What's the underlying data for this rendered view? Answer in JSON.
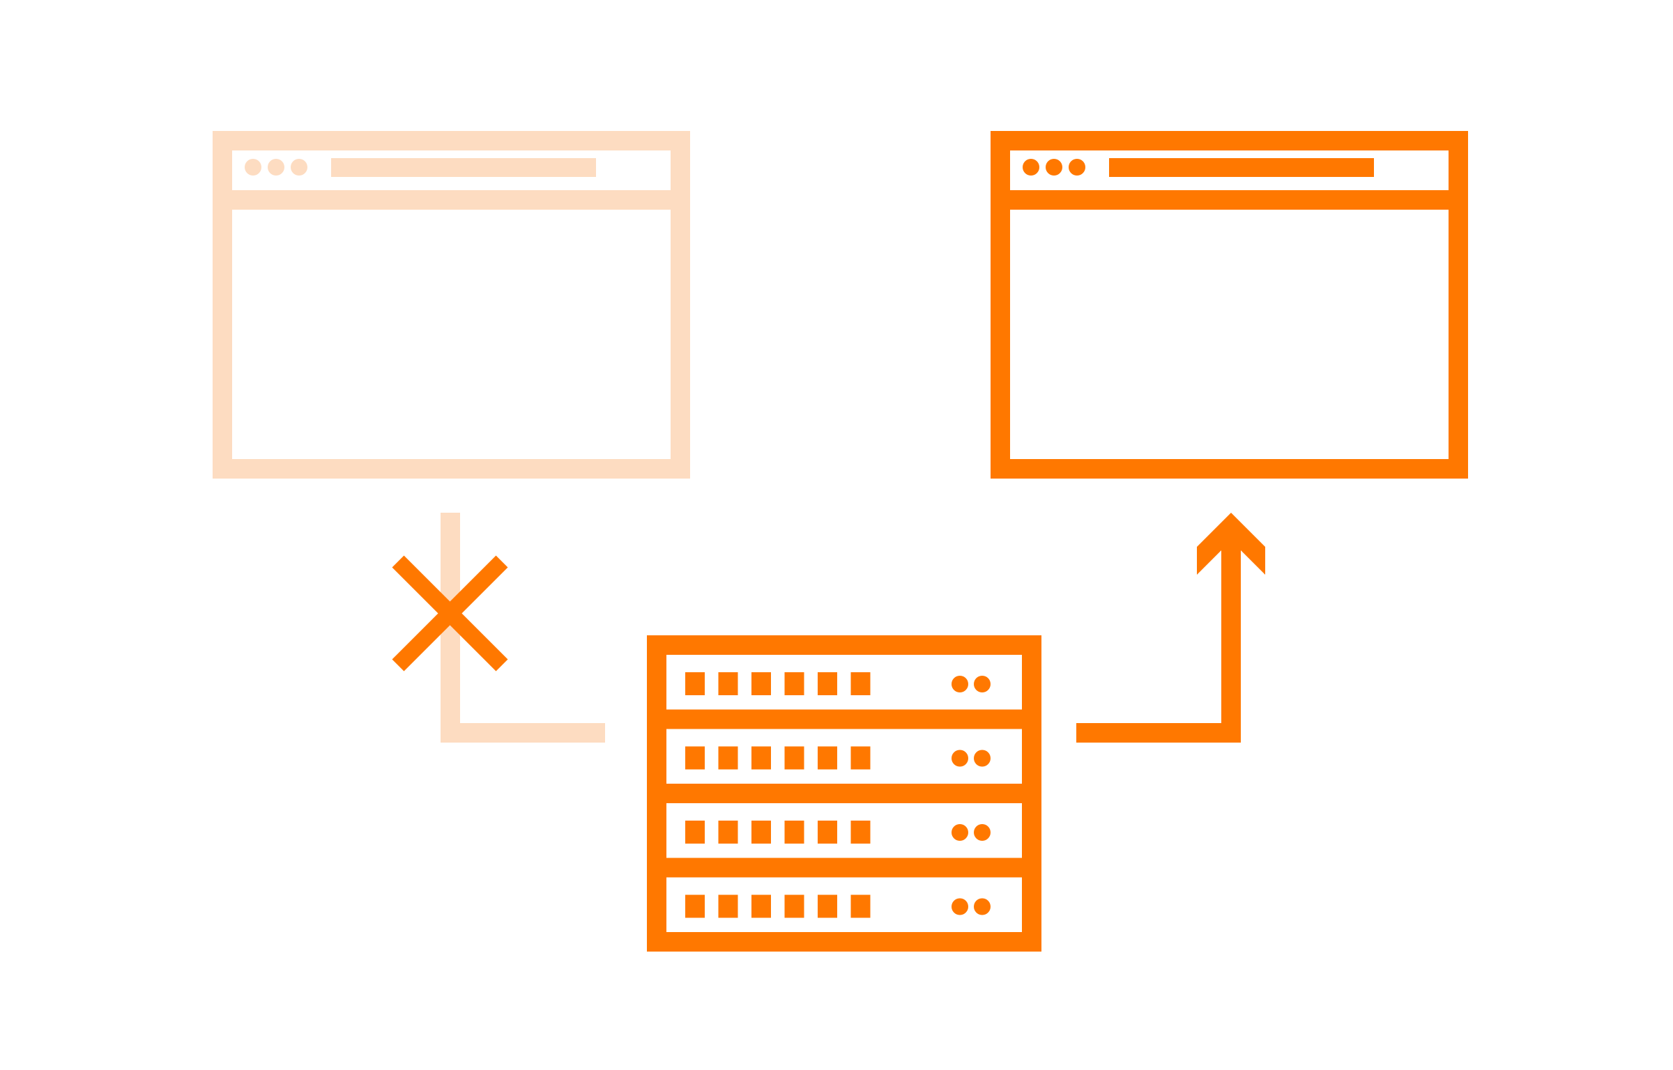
{
  "colors": {
    "accent": "#FF7800",
    "faded": "#FDDCC1",
    "background": "#FFFFFF"
  },
  "diagram": {
    "browser_windows": [
      {
        "id": "left",
        "state": "inactive",
        "color": "faded",
        "icons": [
          "window-dot-icon",
          "window-dot-icon",
          "window-dot-icon",
          "address-bar-icon"
        ]
      },
      {
        "id": "right",
        "state": "active",
        "color": "accent",
        "icons": [
          "window-dot-icon",
          "window-dot-icon",
          "window-dot-icon",
          "address-bar-icon"
        ]
      }
    ],
    "server": {
      "icon": "server-rack-icon",
      "units": 4,
      "indicators_per_unit": 6,
      "lights_per_unit": 2,
      "color": "accent"
    },
    "connections": [
      {
        "from": "server",
        "to": "left",
        "status": "blocked",
        "icon": "x-mark-icon",
        "color": "faded"
      },
      {
        "from": "server",
        "to": "right",
        "status": "allowed",
        "icon": "arrow-up-icon",
        "color": "accent"
      }
    ]
  }
}
